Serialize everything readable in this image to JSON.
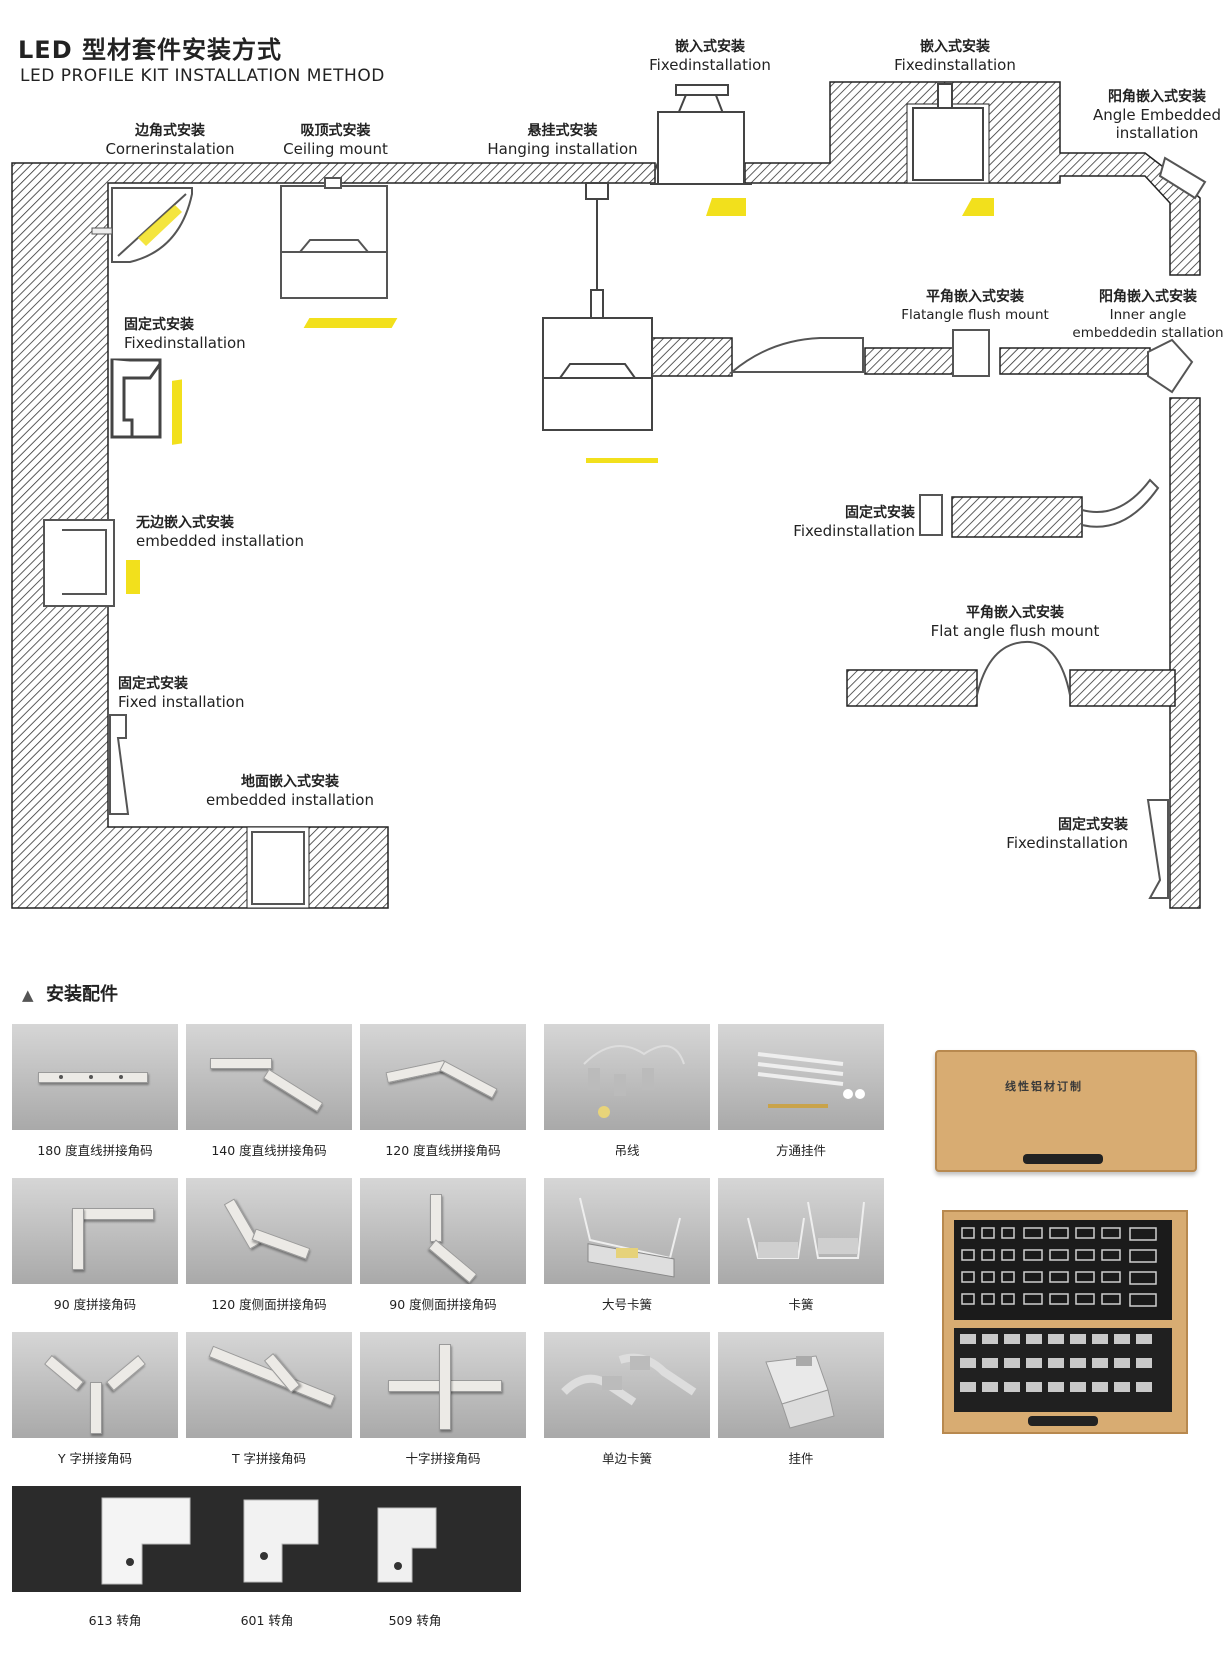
{
  "header": {
    "title_zh": "LED 型材套件安装方式",
    "title_en": "LED PROFILE KIT INSTALLATION METHOD"
  },
  "labels": {
    "corner": {
      "zh": "边角式安装",
      "en": "Cornerinstalation"
    },
    "ceiling": {
      "zh": "吸顶式安装",
      "en": "Ceiling mount"
    },
    "hanging": {
      "zh": "悬挂式安装",
      "en": "Hanging installation"
    },
    "embed_top1": {
      "zh": "嵌入式安装",
      "en": "Fixedinstallation"
    },
    "embed_top2": {
      "zh": "嵌入式安装",
      "en": "Fixedinstallation"
    },
    "angle_embedded": {
      "zh": "阳角嵌入式安装",
      "en1": "Angle Embedded",
      "en2": "installation"
    },
    "fixed_left1": {
      "zh": "固定式安装",
      "en": "Fixedinstallation"
    },
    "flatangle": {
      "zh": "平角嵌入式安装",
      "en": "Flatangle flush mount"
    },
    "inner_angle": {
      "zh": "阳角嵌入式安装",
      "en1": "Inner angle",
      "en2": "embeddedin stallation"
    },
    "borderless": {
      "zh": "无边嵌入式安装",
      "en": "embedded installation"
    },
    "fixed_right1": {
      "zh": "固定式安装",
      "en": "Fixedinstallation"
    },
    "flat_angle2": {
      "zh": "平角嵌入式安装",
      "en": "Flat angle flush mount"
    },
    "fixed_left2": {
      "zh": "固定式安装",
      "en": "Fixed installation"
    },
    "floor": {
      "zh": "地面嵌入式安装",
      "en": "embedded installation"
    },
    "fixed_right2": {
      "zh": "固定式安装",
      "en": "Fixedinstallation"
    }
  },
  "accessories": {
    "title": "安装配件",
    "items": [
      "180 度直线拼接角码",
      "140 度直线拼接角码",
      "120 度直线拼接角码",
      "吊线",
      "方通挂件",
      "90 度拼接角码",
      "120 度侧面拼接角码",
      "90 度侧面拼接角码",
      "大号卡簧",
      "卡簧",
      "Y 字拼接角码",
      "T 字拼接角码",
      "十字拼接角码",
      "单边卡簧",
      "挂件",
      "613 转角",
      "601 转角",
      "509 转角"
    ],
    "case_lid_text": "线性铝材订制"
  },
  "colors": {
    "wall_hatch": "#333333",
    "light": "#f2e01c",
    "profile": "#666666",
    "case": "#d8ac72"
  }
}
